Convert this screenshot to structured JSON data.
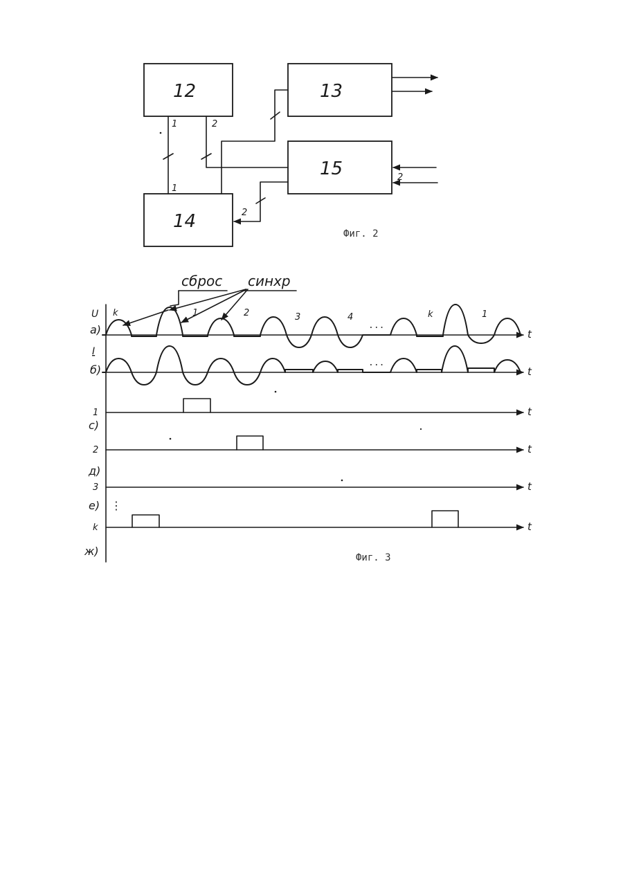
{
  "colors": {
    "ink": "#1a1a1a",
    "paper": "#ffffff"
  },
  "fig2": {
    "caption": "Фиг. 2",
    "blocks": {
      "b12": "12",
      "b13": "13",
      "b14": "14",
      "b15": "15"
    },
    "line_labels": {
      "l1_top": "1",
      "l2_top": "2",
      "l1_bottom": "1",
      "l2_to14": "2",
      "l2_in15": "2"
    }
  },
  "fig3": {
    "caption": "Фиг. 3",
    "annotations": {
      "reset": "сброс",
      "sync": "синхр"
    },
    "axis_t": "t",
    "rows": {
      "a": {
        "quantity": "U",
        "label": "а)"
      },
      "b": {
        "quantity": "I",
        "label": "б)"
      },
      "c": {
        "label": "с)"
      },
      "d": {
        "label": "д)"
      },
      "e": {
        "label": "е)"
      },
      "f": {
        "label": "ж)"
      }
    },
    "channels": {
      "ch1": "1",
      "ch2": "2",
      "ch3": "3",
      "chk": "k"
    },
    "wave_labels": {
      "k1": "k",
      "n1": "1",
      "n2": "2",
      "n3": "3",
      "n4": "4",
      "dots1": "...",
      "k2": "k",
      "n1b": "1",
      "dots2": "..."
    },
    "vdots": "⋮"
  }
}
